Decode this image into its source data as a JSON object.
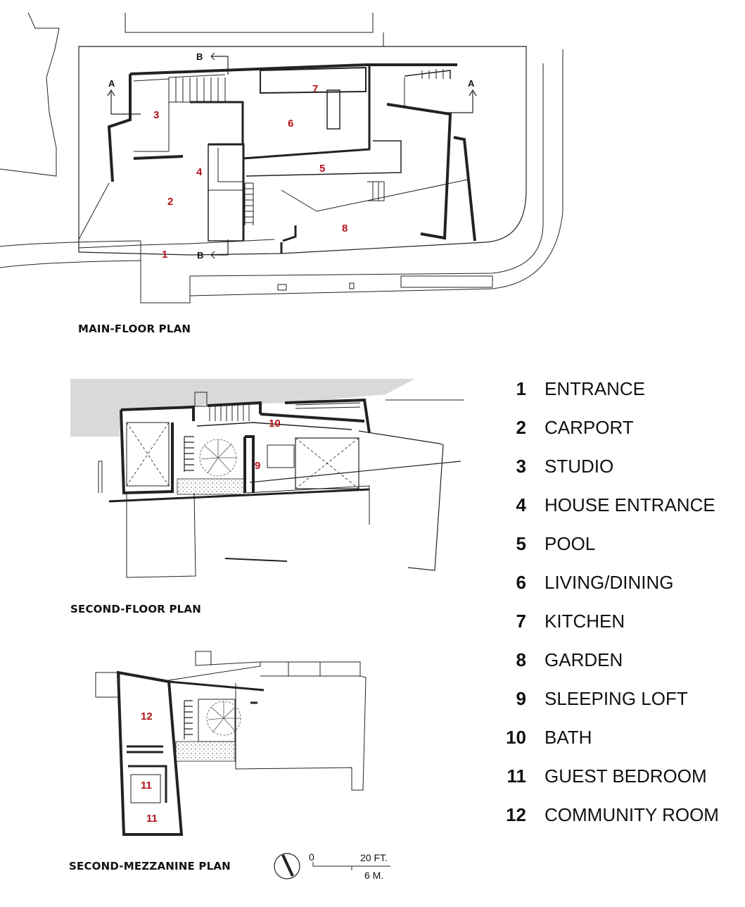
{
  "accent_color": "#b5121b",
  "plans": {
    "main_floor": {
      "title": "MAIN-FLOOR PLAN"
    },
    "second_floor": {
      "title": "SECOND-FLOOR PLAN"
    },
    "second_mezzanine": {
      "title": "SECOND-MEZZANINE PLAN"
    }
  },
  "section_markers": {
    "a": "A",
    "b": "B"
  },
  "rooms": {
    "entrance": "1",
    "carport": "2",
    "studio": "3",
    "house_entrance": "4",
    "pool": "5",
    "living_dining": "6",
    "kitchen": "7",
    "garden": "8",
    "sleeping_loft": "9",
    "bath": "10",
    "guest_bedroom": "11",
    "community_room": "12"
  },
  "legend": [
    {
      "number": "1",
      "label": "ENTRANCE"
    },
    {
      "number": "2",
      "label": "CARPORT"
    },
    {
      "number": "3",
      "label": "STUDIO"
    },
    {
      "number": "4",
      "label": "HOUSE ENTRANCE"
    },
    {
      "number": "5",
      "label": "POOL"
    },
    {
      "number": "6",
      "label": "LIVING/DINING"
    },
    {
      "number": "7",
      "label": "KITCHEN"
    },
    {
      "number": "8",
      "label": "GARDEN"
    },
    {
      "number": "9",
      "label": "SLEEPING LOFT"
    },
    {
      "number": "10",
      "label": "BATH"
    },
    {
      "number": "11",
      "label": "GUEST BEDROOM"
    },
    {
      "number": "12",
      "label": "COMMUNITY ROOM"
    }
  ],
  "scale_bar": {
    "zero": "0",
    "feet": "20 FT.",
    "meters": "6 M."
  },
  "icons": {
    "north_arrow": "north-arrow-icon",
    "scale_bar": "scale-bar-icon",
    "tree": "tree-icon"
  }
}
